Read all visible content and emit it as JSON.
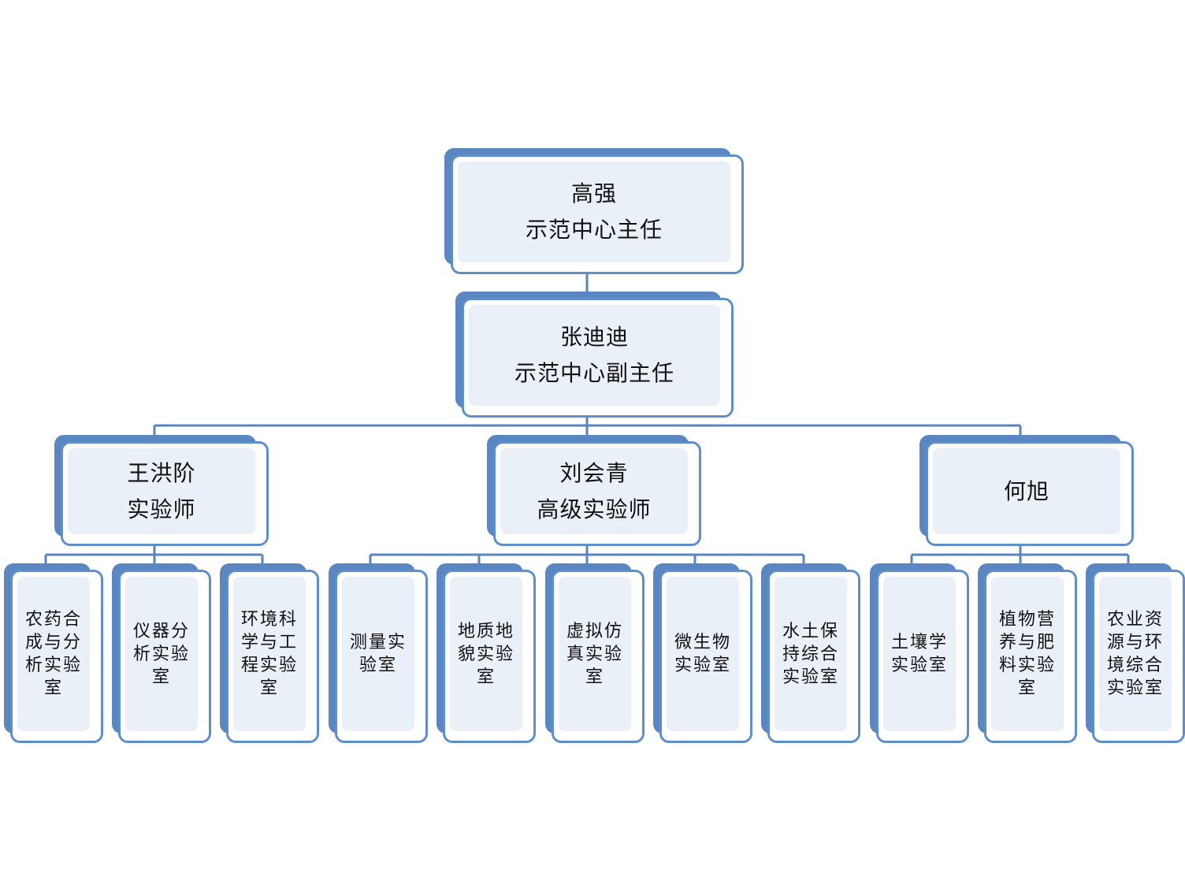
{
  "director": {
    "name": "高强",
    "title": "示范中心主任"
  },
  "deputy": {
    "name": "张迪迪",
    "title": "示范中心副主任"
  },
  "managers": [
    {
      "name": "王洪阶",
      "title": "实验师"
    },
    {
      "name": "刘会青",
      "title": "高级实验师"
    },
    {
      "name": "何旭",
      "title": ""
    }
  ],
  "labs": [
    "农药合\n成与分\n析实验\n室",
    "仪器分\n析实验\n室",
    "环境科\n学与工\n程实验\n室",
    "测量实\n验室",
    "地质地\n貌实验\n室",
    "虚拟仿\n真实验\n室",
    "微生物\n实验室",
    "水土保\n持综合\n实验室",
    "土壤学\n实验室",
    "植物营\n养与肥\n料实验\n室",
    "农业资\n源与环\n境综合\n实验室"
  ],
  "colors": {
    "shadow": "#5a87c2",
    "border": "#5f8fca",
    "face": "#eaf0f8",
    "line": "#5a84bf"
  }
}
